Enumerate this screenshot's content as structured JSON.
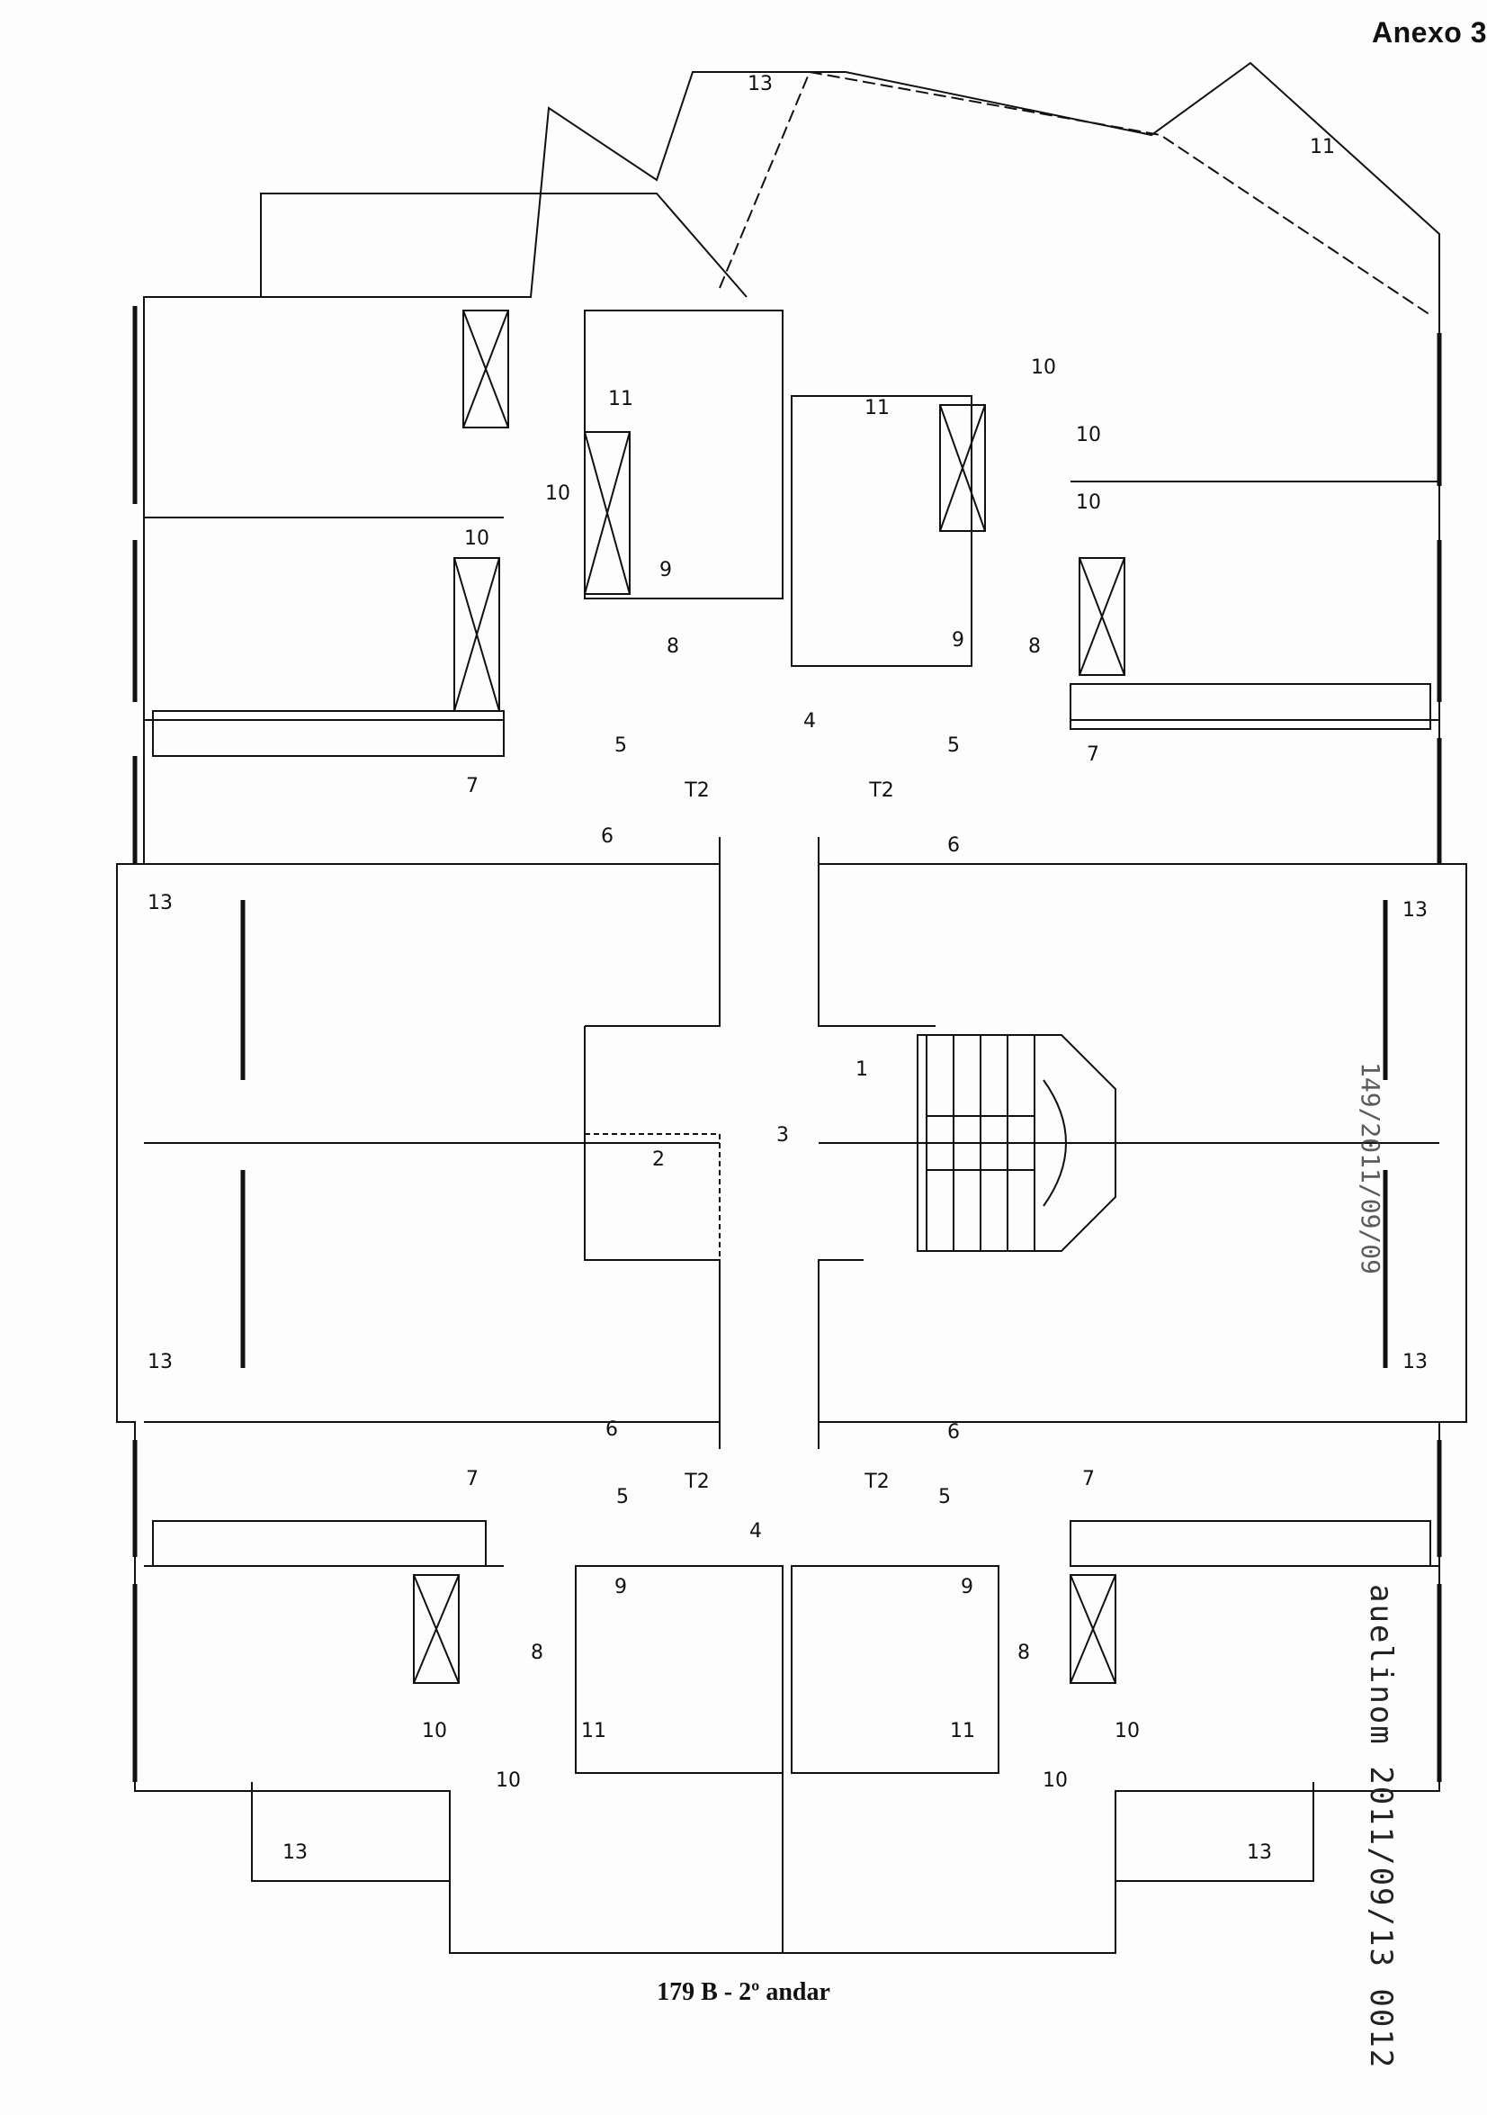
{
  "header": {
    "annex": "Anexo 3"
  },
  "caption": "179 B - 2º andar",
  "stamps": {
    "side": "auelinom 2011/09/13 0012",
    "side_partial": "149/2011/09/09"
  },
  "rooms": [
    {
      "label": "13"
    },
    {
      "label": "11"
    },
    {
      "label": "11"
    },
    {
      "label": "11"
    },
    {
      "label": "10"
    },
    {
      "label": "10"
    },
    {
      "label": "10"
    },
    {
      "label": "10"
    },
    {
      "label": "10"
    },
    {
      "label": "9"
    },
    {
      "label": "9"
    },
    {
      "label": "8"
    },
    {
      "label": "8"
    },
    {
      "label": "5"
    },
    {
      "label": "4"
    },
    {
      "label": "5"
    },
    {
      "label": "7"
    },
    {
      "label": "7"
    },
    {
      "label": "T2"
    },
    {
      "label": "T2"
    },
    {
      "label": "6"
    },
    {
      "label": "6"
    },
    {
      "label": "13"
    },
    {
      "label": "13"
    },
    {
      "label": "1"
    },
    {
      "label": "3"
    },
    {
      "label": "2"
    },
    {
      "label": "13"
    },
    {
      "label": "13"
    },
    {
      "label": "6"
    },
    {
      "label": "6"
    },
    {
      "label": "7"
    },
    {
      "label": "7"
    },
    {
      "label": "T2"
    },
    {
      "label": "T2"
    },
    {
      "label": "5"
    },
    {
      "label": "4"
    },
    {
      "label": "5"
    },
    {
      "label": "9"
    },
    {
      "label": "9"
    },
    {
      "label": "8"
    },
    {
      "label": "8"
    },
    {
      "label": "10"
    },
    {
      "label": "11"
    },
    {
      "label": "11"
    },
    {
      "label": "10"
    },
    {
      "label": "10"
    },
    {
      "label": "10"
    },
    {
      "label": "13"
    },
    {
      "label": "13"
    }
  ]
}
